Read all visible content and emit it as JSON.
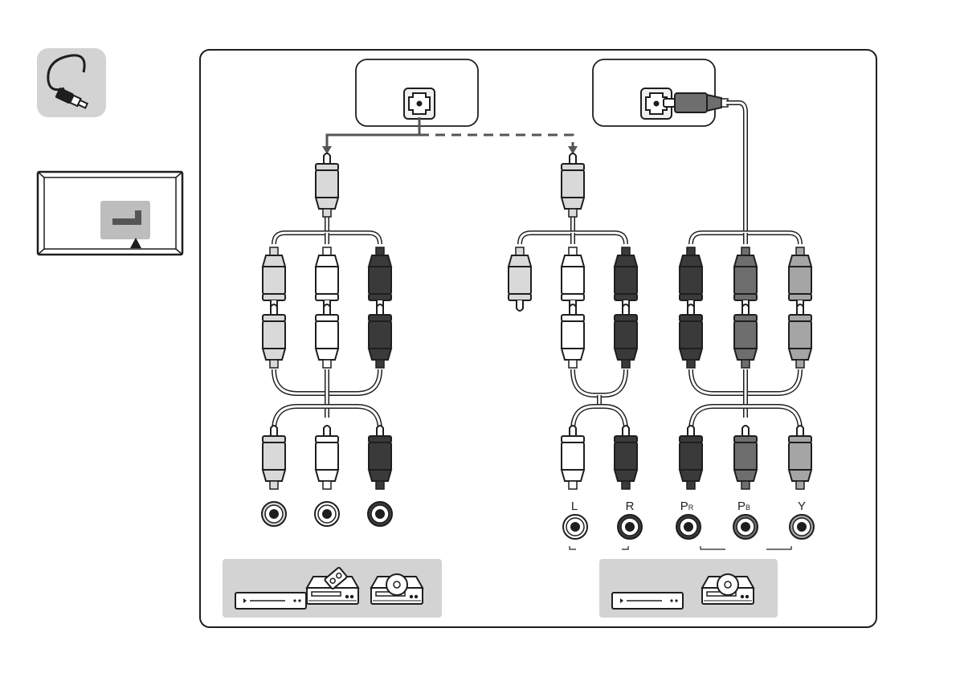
{
  "colors": {
    "page_bg": "#ffffff",
    "outline": "#1e1e1e",
    "panel_bg": "#d3d3d3",
    "cable": "#ffffff",
    "arrow": "#555555",
    "plug_light": "#d9d9d9",
    "plug_white": "#ffffff",
    "plug_dark": "#3a3a3a",
    "plug_medium": "#6e6e6e",
    "plug_gray": "#a5a5a5"
  },
  "icons": {
    "cable_icon": "cable-plug-icon",
    "tv_icon": "tv-rear-panel-icon",
    "av_in_port": "av-in-jack-icon",
    "component_in_port": "component-in-jack-icon",
    "dvd_player": "dvd-player-icon",
    "vcr": "vcr-icon",
    "disc_player": "disc-player-icon"
  },
  "left_group": {
    "jacks": [
      "",
      "",
      ""
    ],
    "devices": [
      "dvd-player-icon",
      "vcr-icon",
      "disc-player-icon"
    ]
  },
  "right_group": {
    "audio_jacks": [
      "L",
      "R"
    ],
    "video_jacks": [
      {
        "main": "P",
        "sub": "R"
      },
      {
        "main": "P",
        "sub": "B"
      },
      {
        "main": "Y",
        "sub": ""
      }
    ],
    "devices": [
      "dvd-player-icon",
      "disc-player-icon"
    ]
  }
}
